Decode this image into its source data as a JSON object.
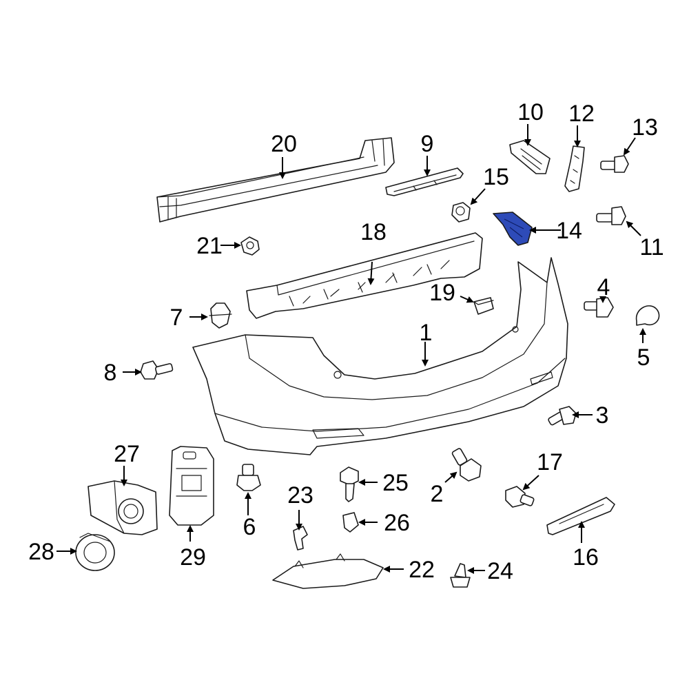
{
  "colors": {
    "highlight": "#2e4bb8",
    "outline": "#1a1a1a",
    "background": "#ffffff"
  },
  "highlighted_part": "14",
  "callouts": {
    "c1": "1",
    "c2": "2",
    "c3": "3",
    "c4": "4",
    "c5": "5",
    "c6": "6",
    "c7": "7",
    "c8": "8",
    "c9": "9",
    "c10": "10",
    "c11": "11",
    "c12": "12",
    "c13": "13",
    "c14": "14",
    "c15": "15",
    "c16": "16",
    "c17": "17",
    "c18": "18",
    "c19": "19",
    "c20": "20",
    "c21": "21",
    "c22": "22",
    "c23": "23",
    "c24": "24",
    "c25": "25",
    "c26": "26",
    "c27": "27",
    "c28": "28",
    "c29": "29"
  }
}
